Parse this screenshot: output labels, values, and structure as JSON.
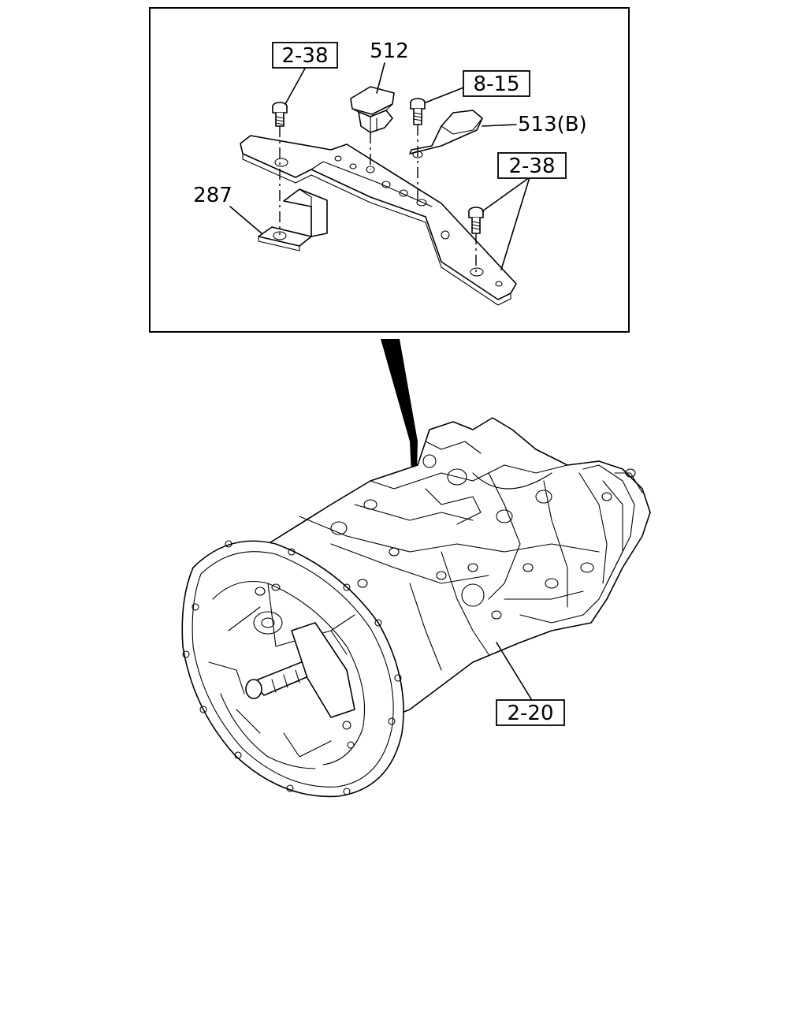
{
  "callouts": {
    "bolt_left_ref": "2-38",
    "clip_part": "512",
    "bolt_mid_ref": "8-15",
    "clamp_part": "513(B)",
    "bolt_right_ref": "2-38",
    "bracket_part": "287",
    "transmission_ref": "2-20"
  }
}
